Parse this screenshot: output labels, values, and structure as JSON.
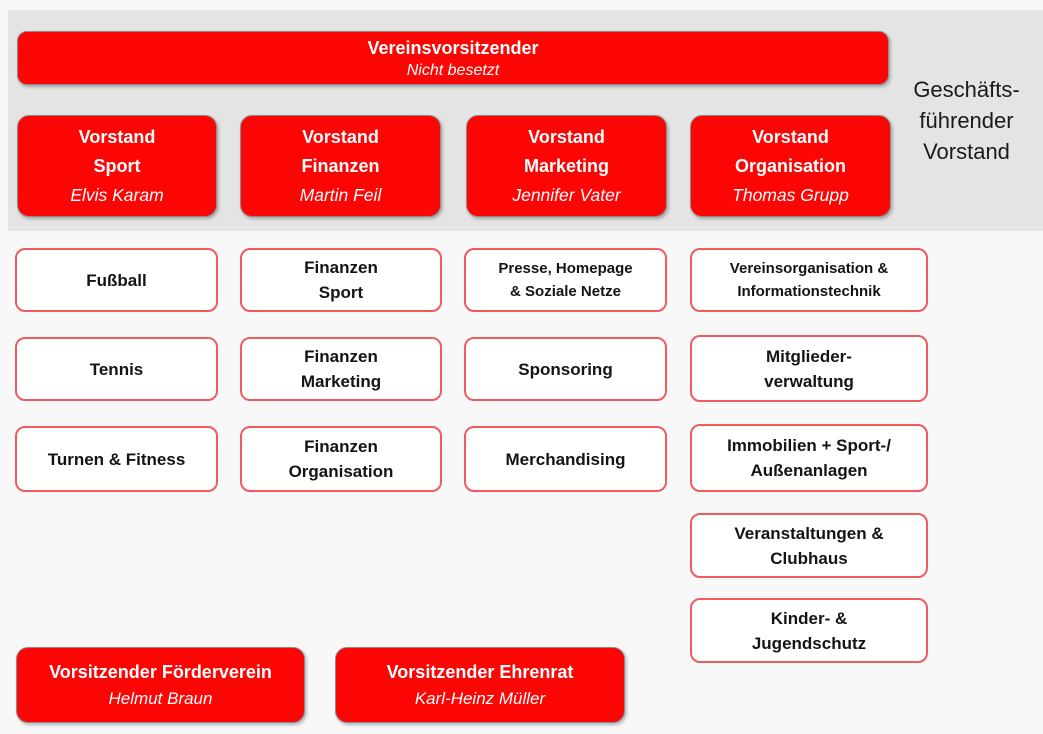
{
  "colors": {
    "page_bg": "#F8F8F8",
    "band_bg": "#E4E4E4",
    "box_red": "#FB0505",
    "box_red_outline": "#8C8C8C",
    "white_box_bg": "#FFFFFF",
    "white_box_border": "#EF5B5E",
    "text_dark": "#141414",
    "text_white": "#FFFFFF"
  },
  "executive_band": {
    "label": "Geschäfts-\nführender\nVorstand",
    "chair": {
      "title": "Vereinsvorsitzender",
      "subtitle": "Nicht besetzt"
    },
    "members": [
      {
        "role": "Vorstand\nSport",
        "name": "Elvis Karam"
      },
      {
        "role": "Vorstand\nFinanzen",
        "name": "Martin Feil"
      },
      {
        "role": "Vorstand\nMarketing",
        "name": "Jennifer Vater"
      },
      {
        "role": "Vorstand\nOrganisation",
        "name": "Thomas Grupp"
      }
    ]
  },
  "departments": {
    "sport": [
      "Fußball",
      "Tennis",
      "Turnen & Fitness"
    ],
    "finanzen": [
      "Finanzen\nSport",
      "Finanzen\nMarketing",
      "Finanzen\nOrganisation"
    ],
    "marketing": [
      "Presse, Homepage\n& Soziale Netze",
      "Sponsoring",
      "Merchandising"
    ],
    "organisation": [
      "Vereinsorganisation &\nInformationstechnik",
      "Mitglieder-\nverwaltung",
      "Immobilien + Sport-/\nAußenanlagen",
      "Veranstaltungen &\nClubhaus",
      "Kinder- &\nJugendschutz"
    ]
  },
  "honorary": [
    {
      "title": "Vorsitzender Förderverein",
      "name": "Helmut Braun"
    },
    {
      "title": "Vorsitzender Ehrenrat",
      "name": "Karl-Heinz Müller"
    }
  ]
}
